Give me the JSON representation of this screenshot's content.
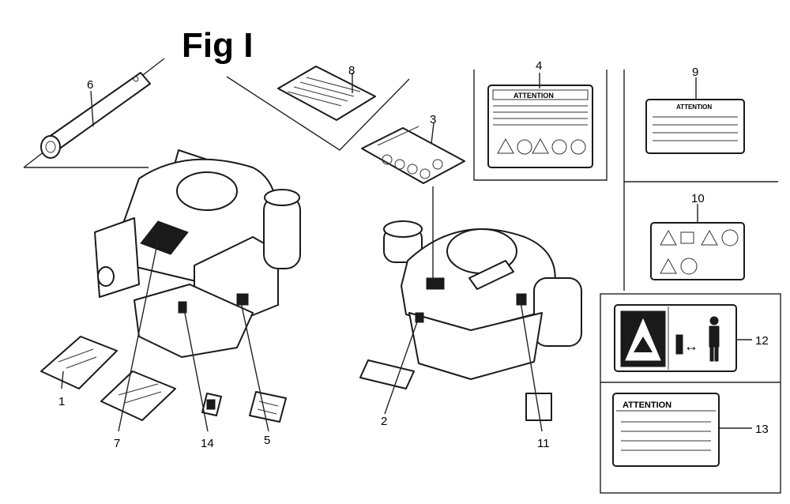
{
  "figure": {
    "title": "Fig I"
  },
  "decal_text": {
    "attention": "ATTENTION"
  },
  "callouts": [
    {
      "id": "c1",
      "label": "1"
    },
    {
      "id": "c2",
      "label": "2"
    },
    {
      "id": "c3",
      "label": "3"
    },
    {
      "id": "c4",
      "label": "4"
    },
    {
      "id": "c5",
      "label": "5"
    },
    {
      "id": "c6",
      "label": "6"
    },
    {
      "id": "c7",
      "label": "7"
    },
    {
      "id": "c8",
      "label": "8"
    },
    {
      "id": "c9",
      "label": "9"
    },
    {
      "id": "c10",
      "label": "10"
    },
    {
      "id": "c11",
      "label": "11"
    },
    {
      "id": "c12",
      "label": "12"
    },
    {
      "id": "c13",
      "label": "13"
    },
    {
      "id": "c14",
      "label": "14"
    }
  ]
}
